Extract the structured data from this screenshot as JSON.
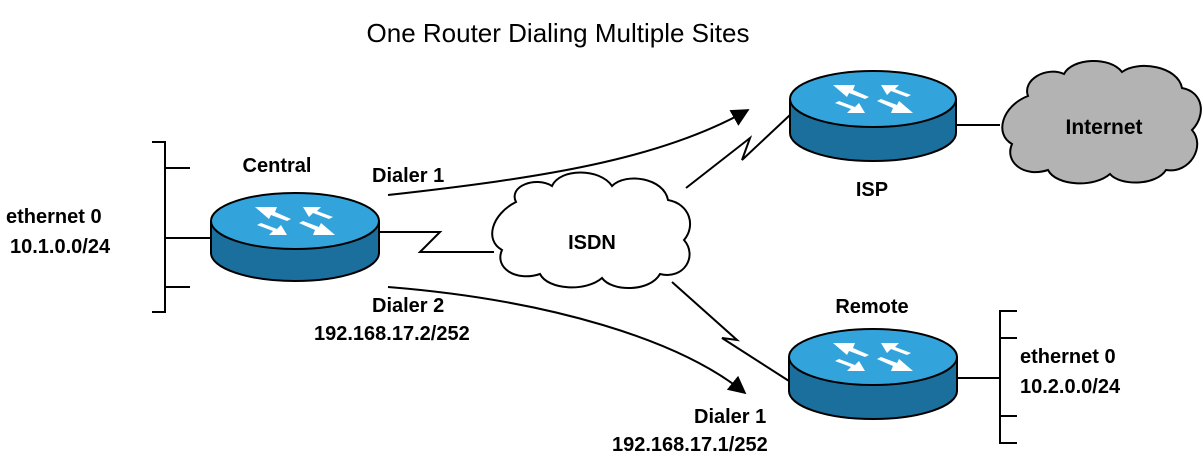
{
  "title": "One Router Dialing Multiple Sites",
  "routers": {
    "central": {
      "name": "Central"
    },
    "isp": {
      "name": "ISP"
    },
    "remote": {
      "name": "Remote"
    }
  },
  "clouds": {
    "isdn": "ISDN",
    "internet": "Internet"
  },
  "central_lan": {
    "interface": "ethernet 0",
    "subnet": "10.1.0.0/24"
  },
  "remote_lan": {
    "interface": "ethernet 0",
    "subnet": "10.2.0.0/24"
  },
  "links": {
    "central_dialer1": "Dialer 1",
    "central_dialer2": "Dialer 2",
    "central_dialer2_ip": "192.168.17.2/252",
    "remote_dialer1": "Dialer 1",
    "remote_dialer1_ip": "192.168.17.1/252"
  },
  "colors": {
    "router_top": "#33a4db",
    "router_body": "#1a6f9d",
    "router_edge": "#000000",
    "cloud_gray": "#b3b3b3",
    "cloud_isdn": "#ffffff",
    "line": "#000000"
  }
}
